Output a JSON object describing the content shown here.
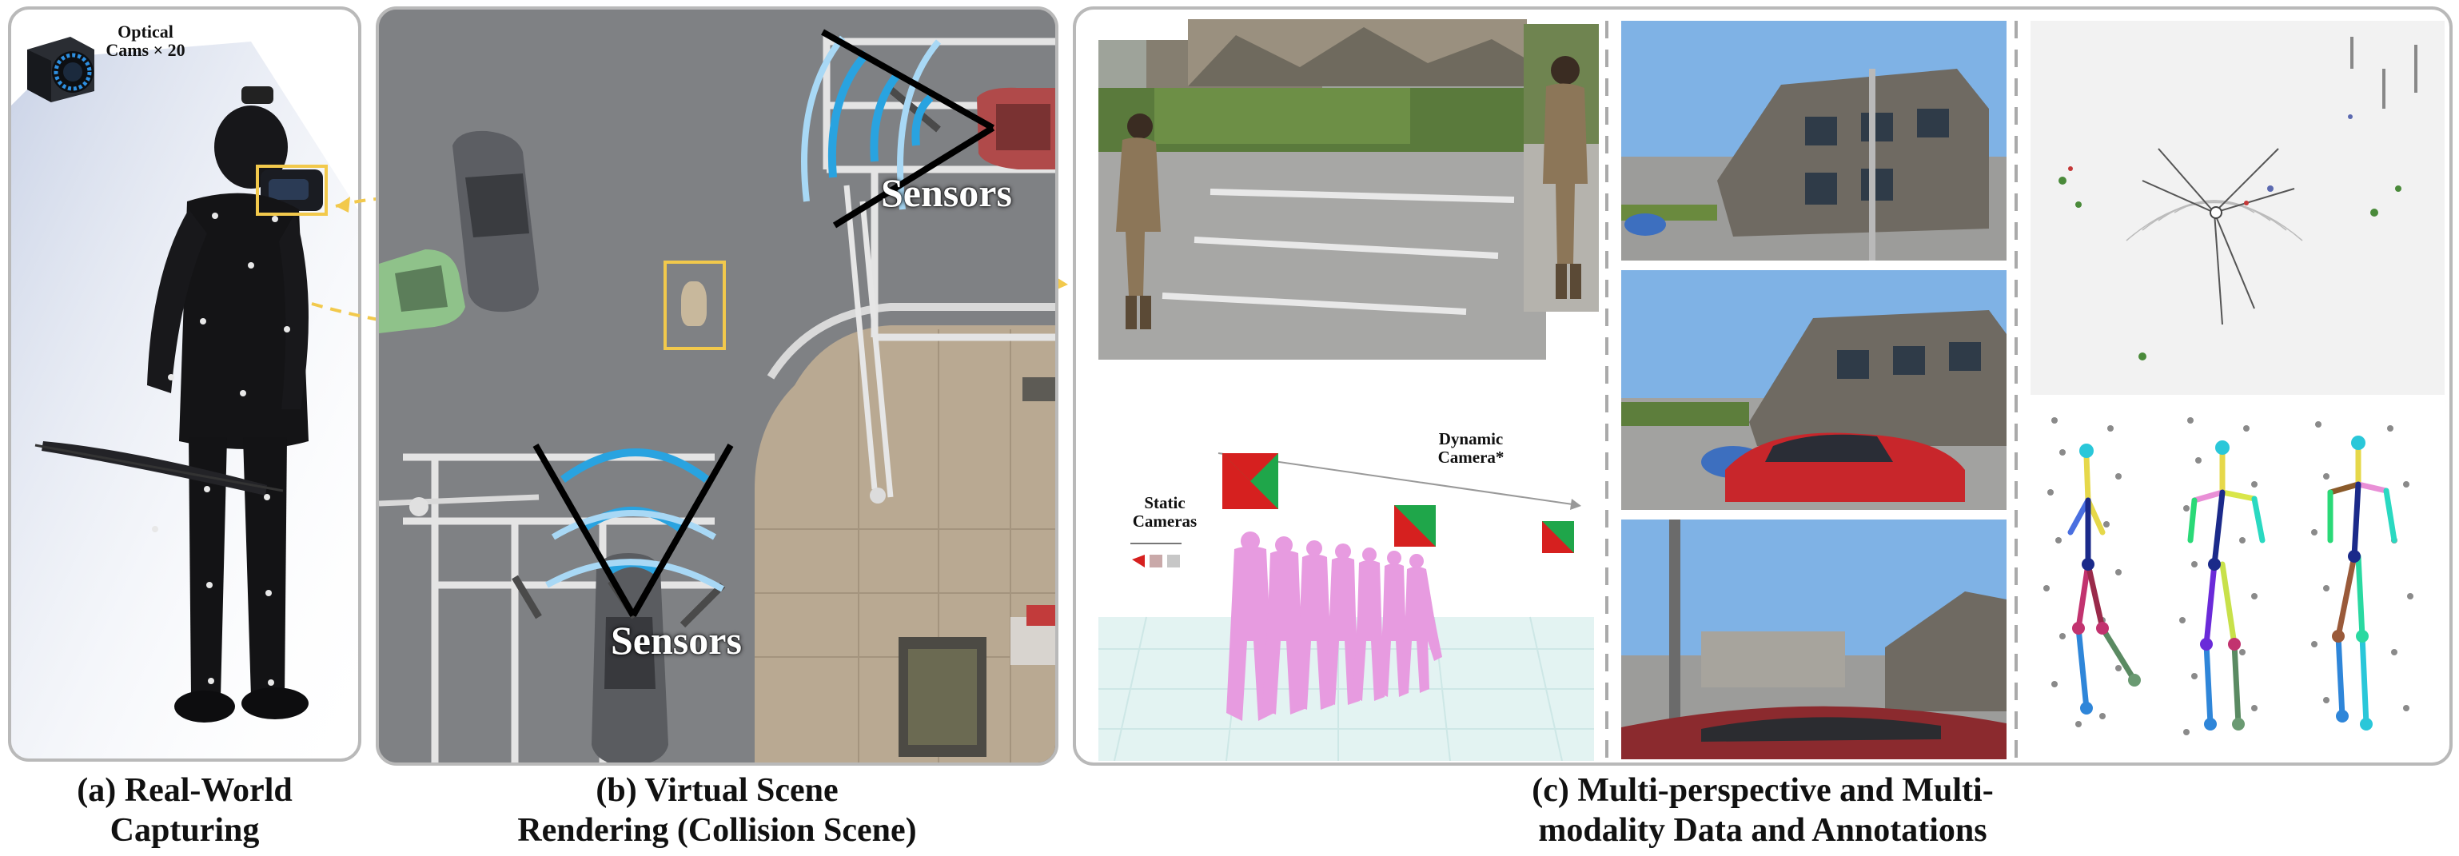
{
  "panel_a": {
    "camera_label_line1": "Optical",
    "camera_label_line2": "Cams × 20",
    "caption_line1": "(a) Real-World",
    "caption_line2": "Capturing"
  },
  "panel_b": {
    "sensors_top": "Sensors",
    "sensors_bottom": "Sensors",
    "caption_line1": "(b) Virtual Scene",
    "caption_line2": "Rendering (Collision Scene)"
  },
  "panel_c": {
    "static_cameras_line1": "Static",
    "static_cameras_line2": "Cameras",
    "dynamic_camera_line1": "Dynamic",
    "dynamic_camera_line2": "Camera*",
    "caption_line1": "(c) Multi-perspective and Multi-",
    "caption_line2": "modality Data and Annotations"
  },
  "colors": {
    "panel_border": "#b9b9b9",
    "highlight_box": "#f2c94c",
    "sensor_arc": "#29a3e0",
    "sensor_arc_light": "#a8d8f5",
    "human_mesh": "#e79be0",
    "cube_red": "#d6201f",
    "cube_green": "#1fa64a"
  }
}
